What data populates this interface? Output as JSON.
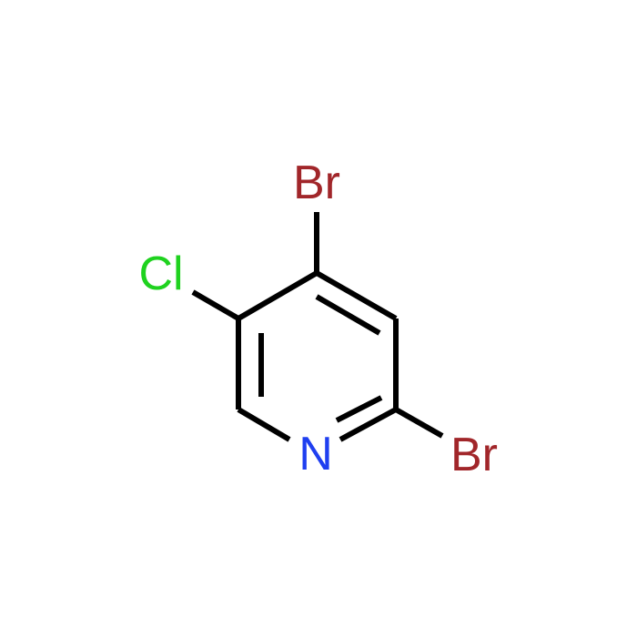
{
  "molecule": {
    "atoms": {
      "br_top": {
        "symbol": "Br",
        "color": "#a1262a"
      },
      "cl": {
        "symbol": "Cl",
        "color": "#1fd21f"
      },
      "n": {
        "symbol": "N",
        "color": "#1f3ff0"
      },
      "br_right": {
        "symbol": "Br",
        "color": "#a1262a"
      }
    },
    "bond_color": "#000000",
    "background": "#ffffff"
  }
}
